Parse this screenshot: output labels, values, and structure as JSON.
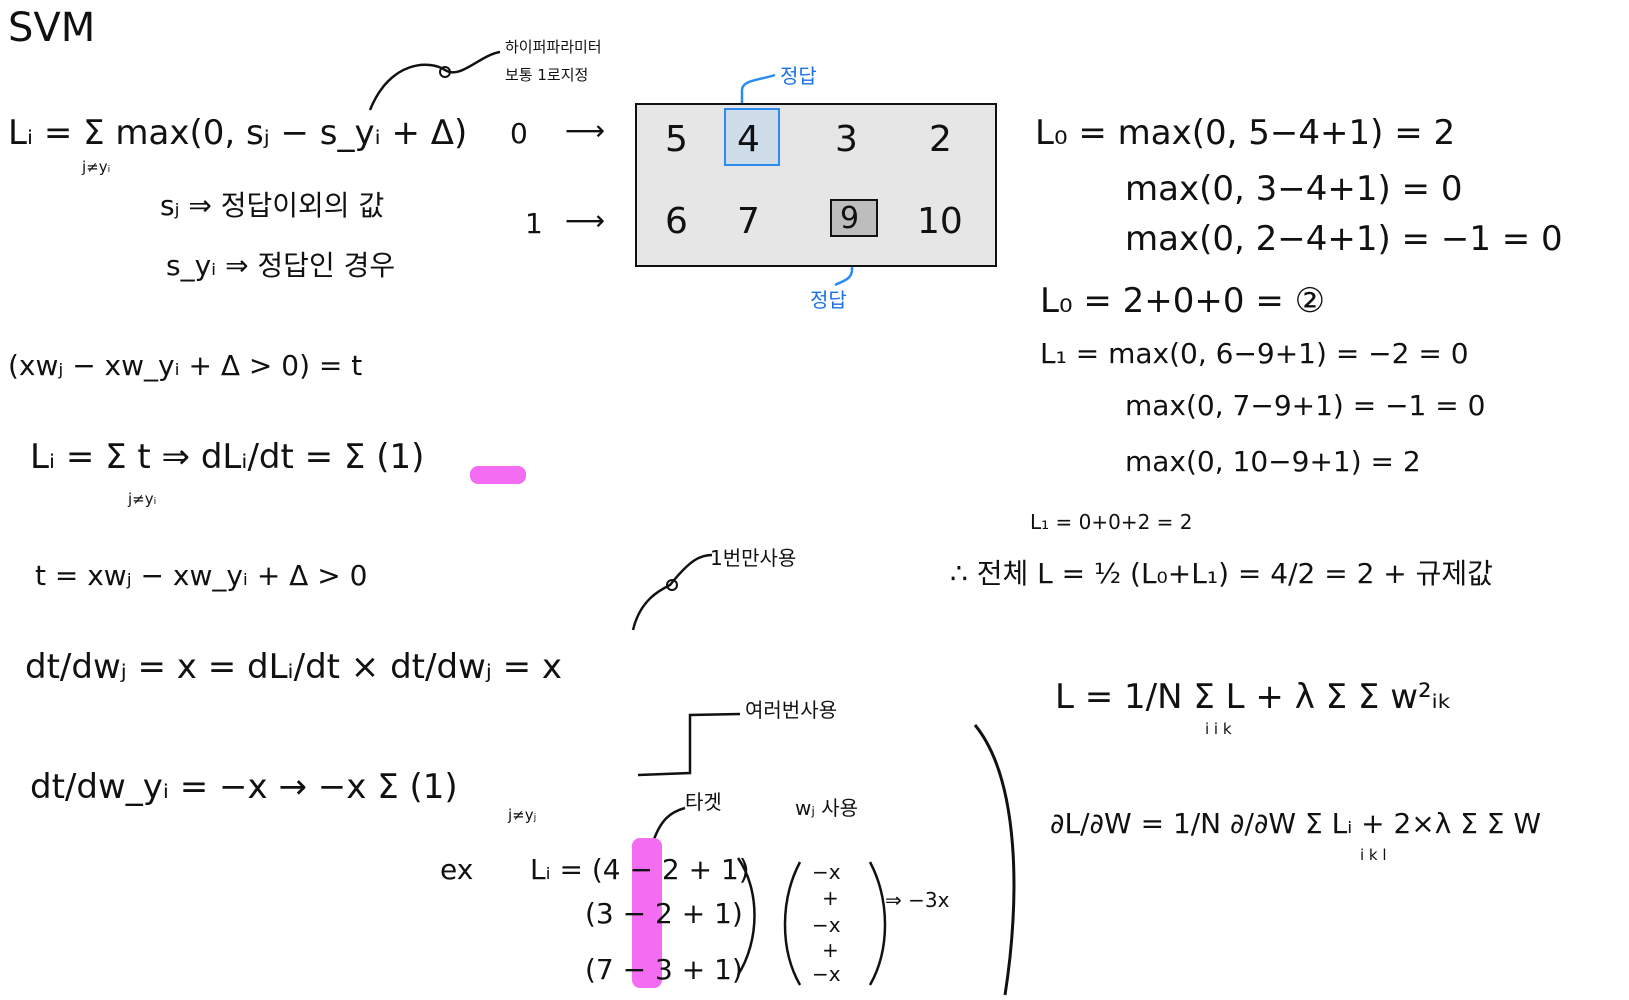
{
  "title": "SVM",
  "loss_def": {
    "formula": "Lᵢ = Σ max(0, sⱼ − s_yᵢ + Δ)",
    "sub": "j≠yᵢ",
    "note_hyper_1": "하이퍼파라미터",
    "note_hyper_2": "보통 1로지정",
    "sj_def": "sⱼ ⇒ 정답이외의 값",
    "syi_def": "s_yᵢ ⇒ 정답인 경우"
  },
  "matrix": {
    "row_labels": [
      "0",
      "1"
    ],
    "arrow": "⟶",
    "rows": [
      [
        "5",
        "4",
        "3",
        "2"
      ],
      [
        "6",
        "7",
        "9",
        "10"
      ]
    ],
    "answer_top": "정답",
    "answer_bottom": "정답"
  },
  "example": {
    "L0_line1": "L₀ = max(0, 5−4+1) = 2",
    "L0_line2": "max(0, 3−4+1) = 0",
    "L0_line3": "max(0, 2−4+1) = −1 = 0",
    "L0_sum": "L₀ = 2+0+0 = ②",
    "L1_line1": "L₁ = max(0, 6−9+1) = −2 = 0",
    "L1_line2": "max(0, 7−9+1) = −1 = 0",
    "L1_line3": "max(0, 10−9+1) = 2",
    "L1_sum": "L₁ = 0+0+2 = 2",
    "total": "∴ 전체 L = ½ (L₀+L₁) = 4/2 = 2 + 규제값",
    "reg_formula": "L = 1/N Σ L + λ Σ Σ w²ᵢₖ",
    "reg_sub": "i   i k",
    "grad_formula": "∂L/∂W = 1/N ∂/∂W Σ Lᵢ + 2×λ Σ Σ W",
    "grad_sub": "i       k l"
  },
  "derivation": {
    "t_def": "(xwⱼ − xw_yᵢ + Δ > 0) = t",
    "Li_t": "Lᵢ = Σ t  ⇒  dLᵢ/dt = Σ (1)",
    "Li_sub": "j≠yᵢ",
    "t_line": "t = xwⱼ − xw_yᵢ + Δ > 0",
    "note_once": "1번만사용",
    "dt_dwj": "dt/dwⱼ = x  =  dLᵢ/dt × dt/dwⱼ  =  x",
    "note_many": "여러번사용",
    "dt_dwyi": "dt/dw_yᵢ = −x  →  −x Σ (1)",
    "dt_sub": "j≠yⱼ"
  },
  "ex_block": {
    "label": "ex",
    "target_note": "타겟",
    "wj_note": "wⱼ 사용",
    "rows": [
      "Lᵢ = (4 − 2 + 1)",
      "(3 − 2 + 1)",
      "(7 − 3 + 1)"
    ],
    "vector": [
      "−x",
      "+",
      "−x",
      "+",
      "−x"
    ],
    "result": "⇒ −3x"
  },
  "colors": {
    "ink": "#111111",
    "accent_blue": "#2a8cf0",
    "highlight_pink": "#f36cf2",
    "matrix_bg": "#e6e6e6"
  }
}
